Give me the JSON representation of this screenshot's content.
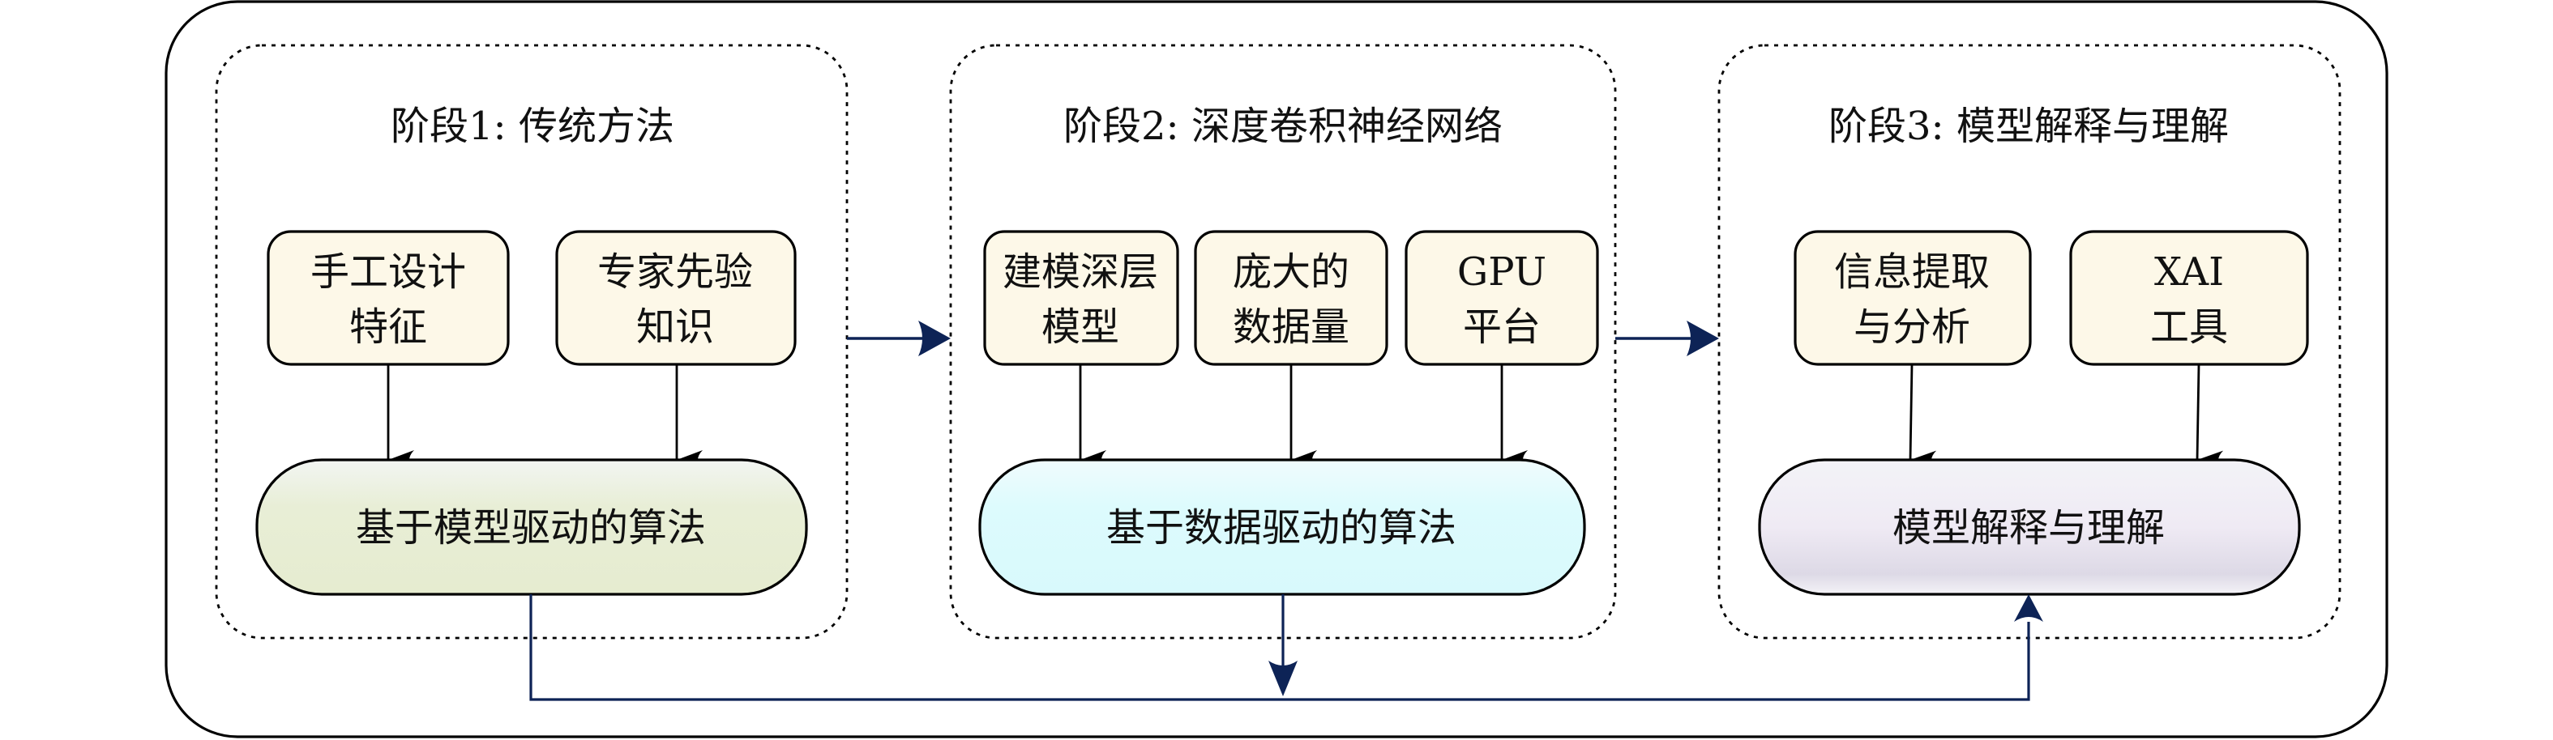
{
  "stages": [
    {
      "title": "阶段1: 传统方法",
      "inputs": [
        {
          "lines": [
            "手工设计",
            "特征"
          ]
        },
        {
          "lines": [
            "专家先验",
            "知识"
          ]
        }
      ],
      "algorithm": "基于模型驱动的算法"
    },
    {
      "title": "阶段2: 深度卷积神经网络",
      "inputs": [
        {
          "lines": [
            "建模深层",
            "模型"
          ]
        },
        {
          "lines": [
            "庞大的",
            "数据量"
          ]
        },
        {
          "lines": [
            "GPU",
            "平台"
          ]
        }
      ],
      "algorithm": "基于数据驱动的算法"
    },
    {
      "title": "阶段3: 模型解释与理解",
      "inputs": [
        {
          "lines": [
            "信息提取",
            "与分析"
          ]
        },
        {
          "lines": [
            "XAI",
            "工具"
          ]
        }
      ],
      "algorithm": "模型解释与理解"
    }
  ],
  "colors": {
    "input_fill": "#fdf8e8",
    "stage1_algo_fill": "#e6ecd2",
    "stage2_algo_fill": "#dcfbfd",
    "stage3_algo_fill": "#ebe6f2",
    "connector": "#0d2356",
    "arrow": "#000000"
  }
}
